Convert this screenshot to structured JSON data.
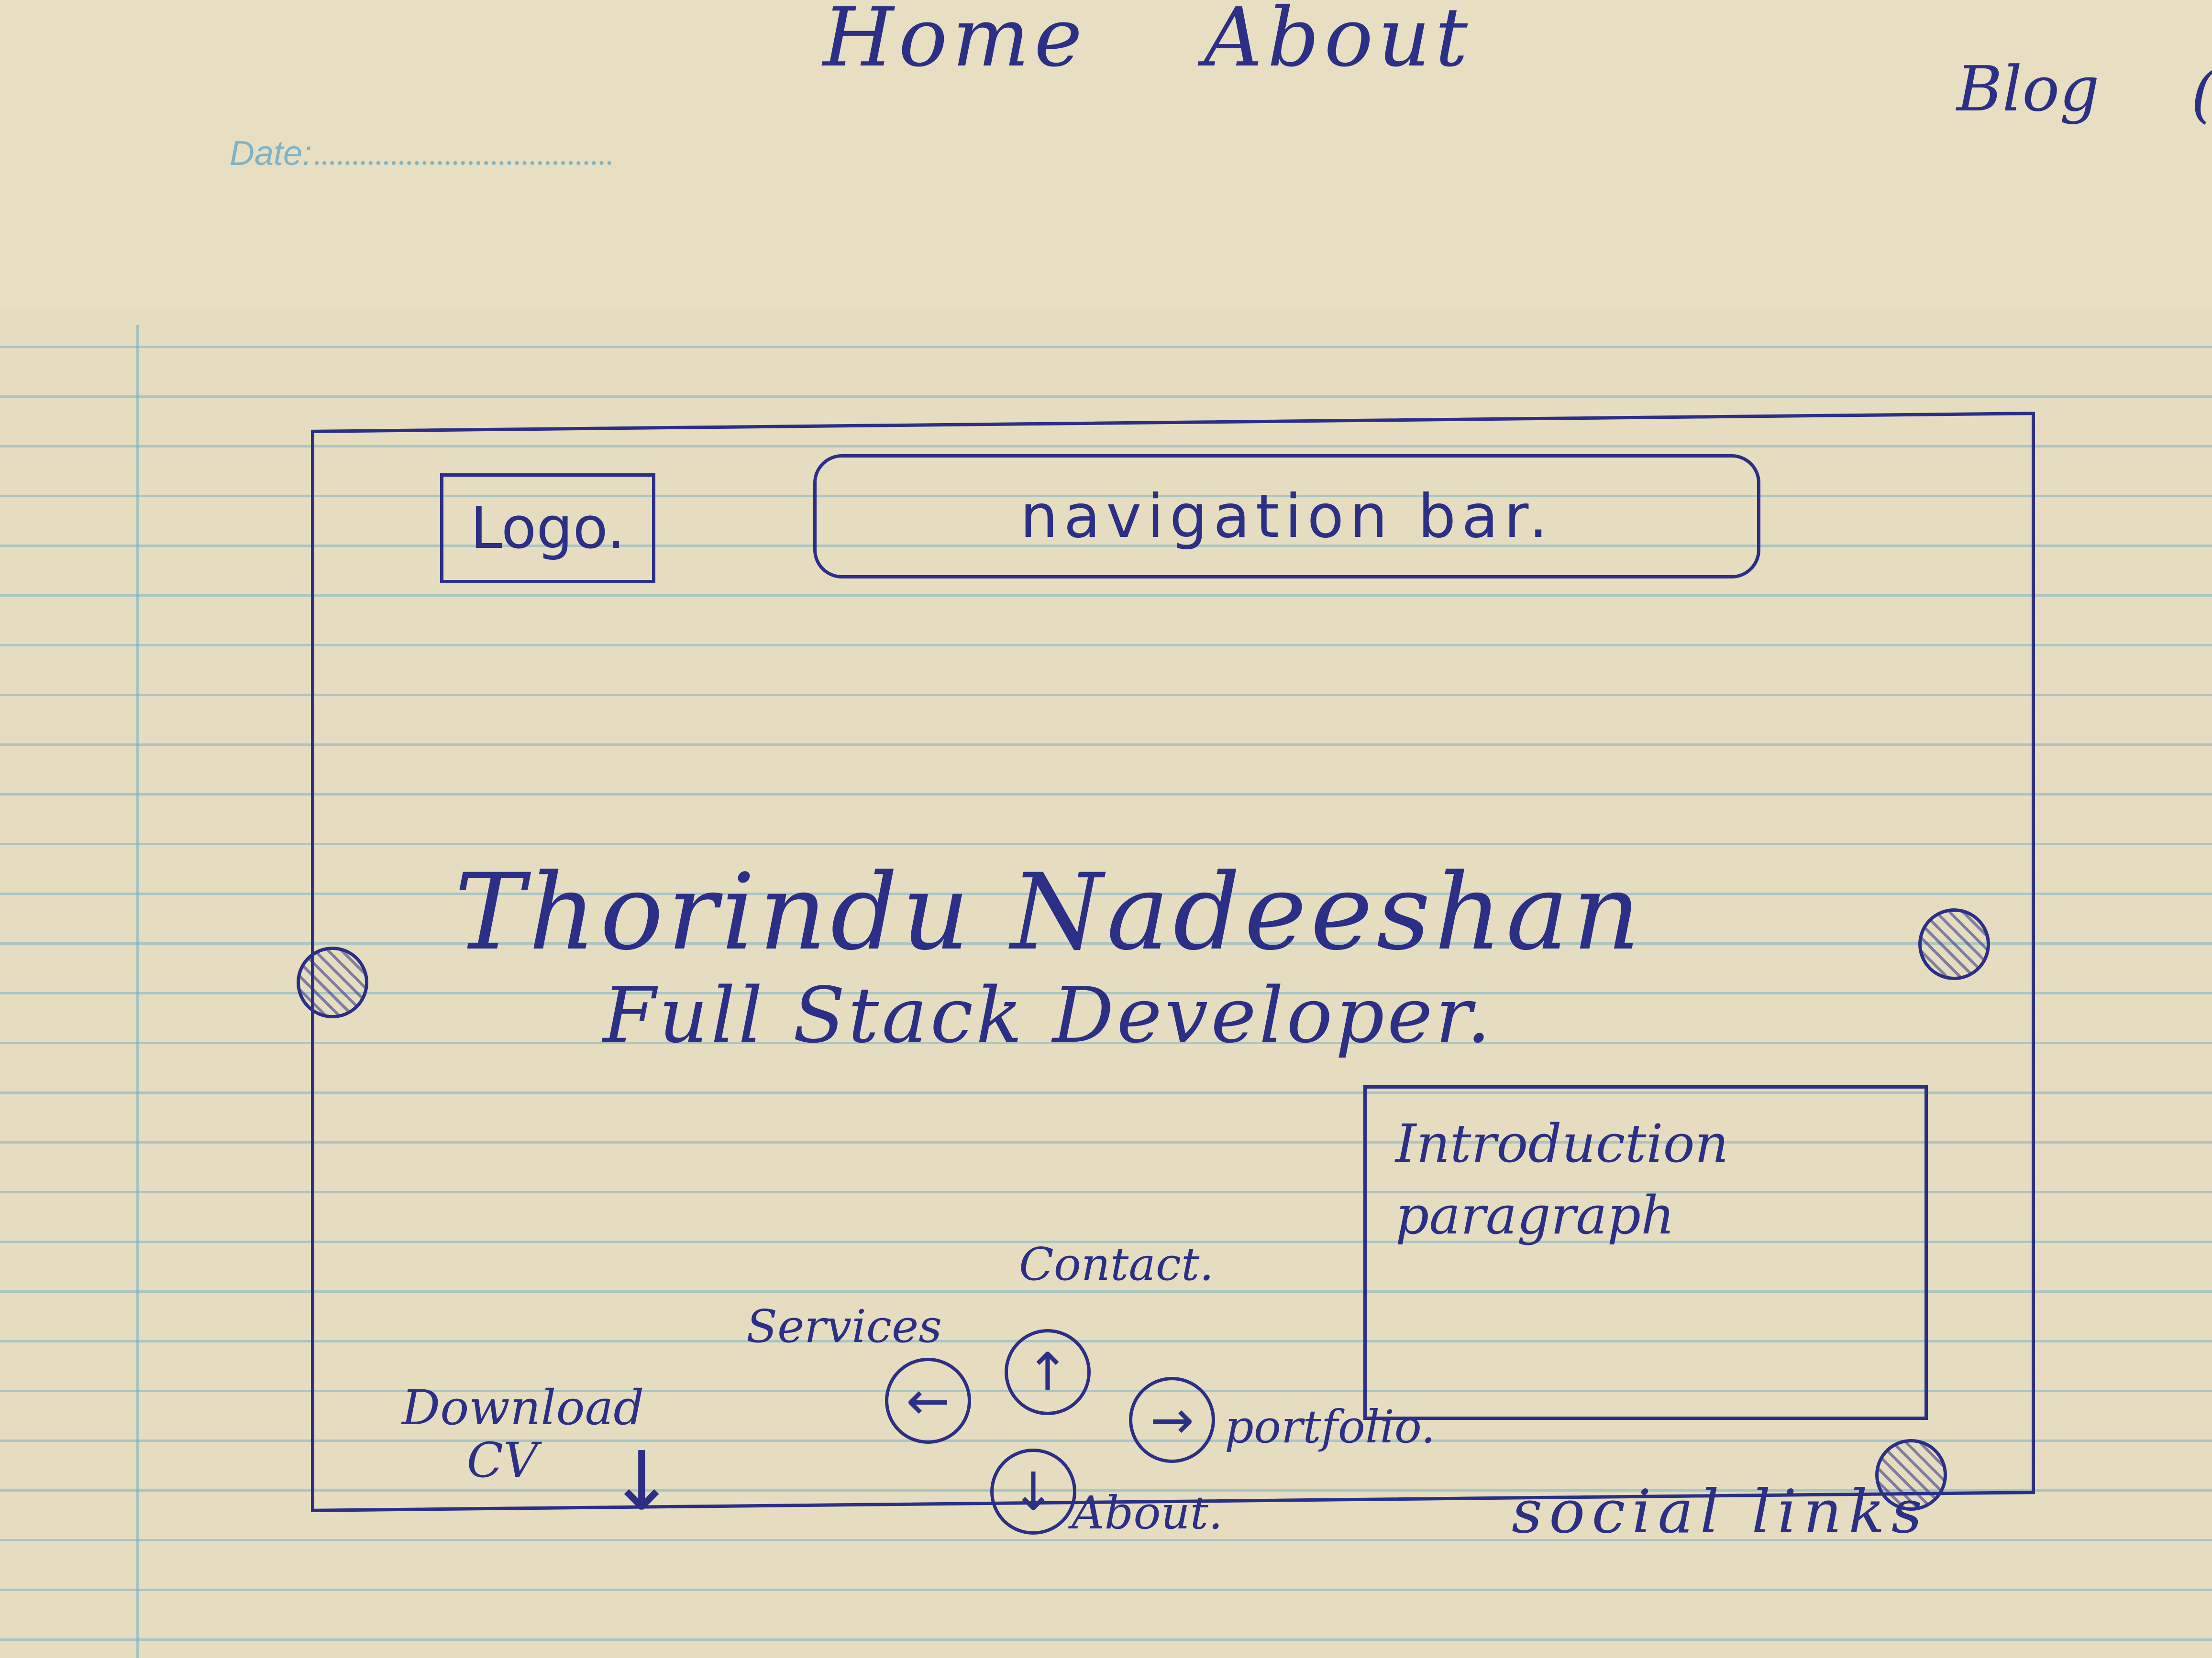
{
  "top_nav": {
    "items": [
      "Home",
      "About"
    ]
  },
  "blog_label": "Blog",
  "blog_extra": "(",
  "date_label": "Date:",
  "header": {
    "logo_label": "Logo.",
    "nav_label": "navigation bar."
  },
  "hero": {
    "name": "Thorindu Nadeeshan",
    "role": "Full Stack Developer."
  },
  "intro": {
    "label": "Introduction paragraph"
  },
  "quick_links": {
    "download_label": "Download CV",
    "services_label": "Services",
    "contact_label": "Contact.",
    "portfolio_label": "portfolio.",
    "about_label": "About."
  },
  "social_links_label": "social links",
  "colors": {
    "ink": "#2b2f86",
    "paper": "#e6dcc0",
    "ruled_line": "#78b2c4"
  },
  "icons": {
    "download": "down-arrow-icon",
    "services": "left-arrow-icon",
    "contact": "up-arrow-icon",
    "portfolio": "right-arrow-icon",
    "about": "down-arrow-icon",
    "social": "social-icon"
  }
}
